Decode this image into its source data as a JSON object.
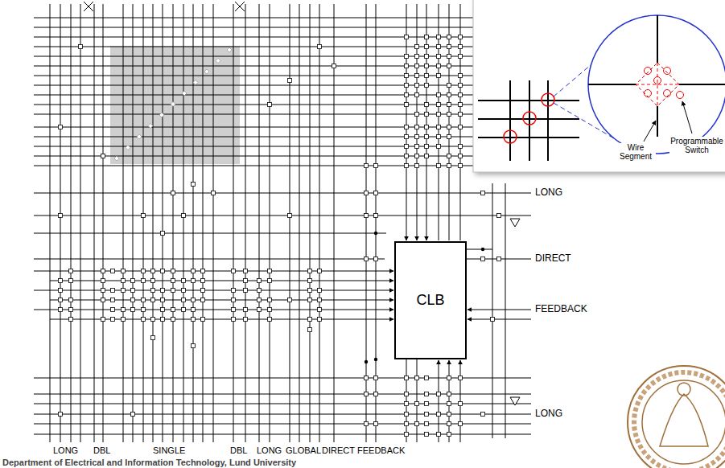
{
  "diagram": {
    "nodes": [
      {
        "text": [
          "CLB"
        ]
      }
    ],
    "labels": [
      "LONG",
      "DIRECT",
      "FEEDBACK",
      "LONG",
      "LONG",
      "DBL",
      "SINGLE",
      "DBL",
      "LONG",
      "GLOBAL",
      "DIRECT",
      "FEEDBACK",
      "Wire Segment",
      "Programmable Switch",
      "Department of Electrical and Information Technology, Lund University"
    ]
  }
}
